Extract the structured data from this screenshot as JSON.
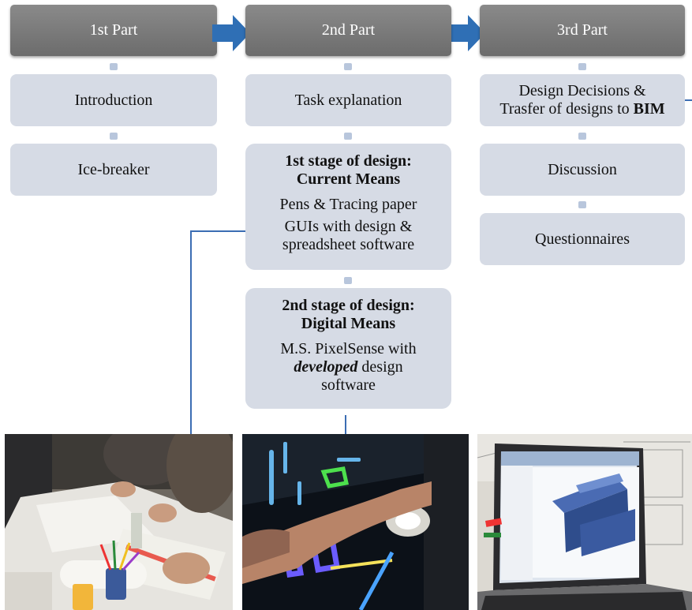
{
  "columns": {
    "part1": {
      "header": "1st Part",
      "steps": [
        "Introduction",
        "Ice-breaker"
      ]
    },
    "part2": {
      "header": "2nd Part",
      "task": "Task explanation",
      "stage1": {
        "title_line1": "1st stage of design:",
        "title_line2": "Current Means",
        "item1": "Pens & Tracing paper",
        "item2_line1": "GUIs with design &",
        "item2_line2": "spreadsheet software"
      },
      "stage2": {
        "title_line1": "2nd stage of design:",
        "title_line2": "Digital Means",
        "line1": "M.S. PixelSense with",
        "line2_emph": "developed",
        "line2_rest": " design",
        "line3": "software"
      }
    },
    "part3": {
      "header": "3rd Part",
      "decisions_line1": "Design Decisions &",
      "decisions_line2_prefix": "Trasfer of designs to ",
      "decisions_line2_bold": "BIM",
      "steps": [
        "Discussion",
        "Questionnaires"
      ]
    }
  },
  "colors": {
    "header_fill": "#7a7a7a",
    "step_fill": "#d6dbe5",
    "arrow_fill": "#2f6fb5",
    "connector_dot": "#b8c6dc",
    "callout_line": "#3b6db3"
  },
  "photos": [
    {
      "icon": "workshop-table-photo"
    },
    {
      "icon": "pixelsense-interaction-photo"
    },
    {
      "icon": "laptop-bim-photo"
    }
  ]
}
